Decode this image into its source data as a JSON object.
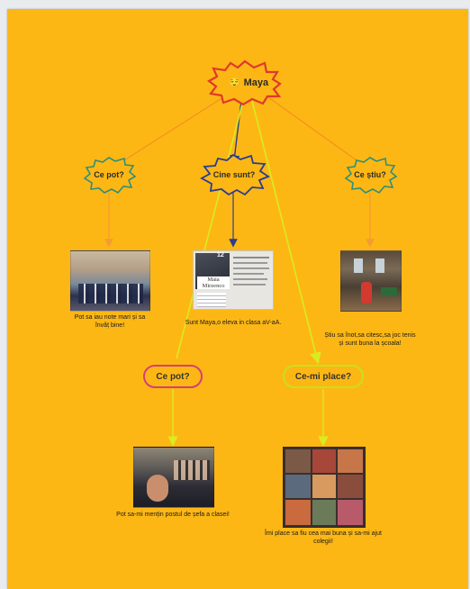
{
  "root": {
    "emoji": "😌",
    "label": "Maya"
  },
  "branches": {
    "left": "Ce pot?",
    "center": "Cine sunt?",
    "right": "Ce știu?",
    "second_left": "Ce pot?",
    "second_right": "Ce-mi place?"
  },
  "captions": {
    "left": "Pot sa iau note mari și sa învăț bine!",
    "center": "Sunt Maya,o eleva in clasa aV-aA.",
    "right": "Știu sa înot,sa citesc,sa joc tenis și sunt buna la școala!",
    "bottom_left": "Pot sa-mi mențin postul de șefa a clasei!",
    "bottom_right": "Îmi place sa fiu cea mai buna și sa-mi ajut colegii!"
  },
  "id_card_text": {
    "name_line1": "Maia",
    "name_line2": "Mirzenco",
    "number": "12"
  },
  "colors": {
    "background": "#fdb715",
    "root_border": "#e0392b",
    "teal": "#2f8f77",
    "navy": "#2a3d8f",
    "pink": "#d43f78",
    "lime": "#c8e01c",
    "orange_line": "#f08a22"
  }
}
